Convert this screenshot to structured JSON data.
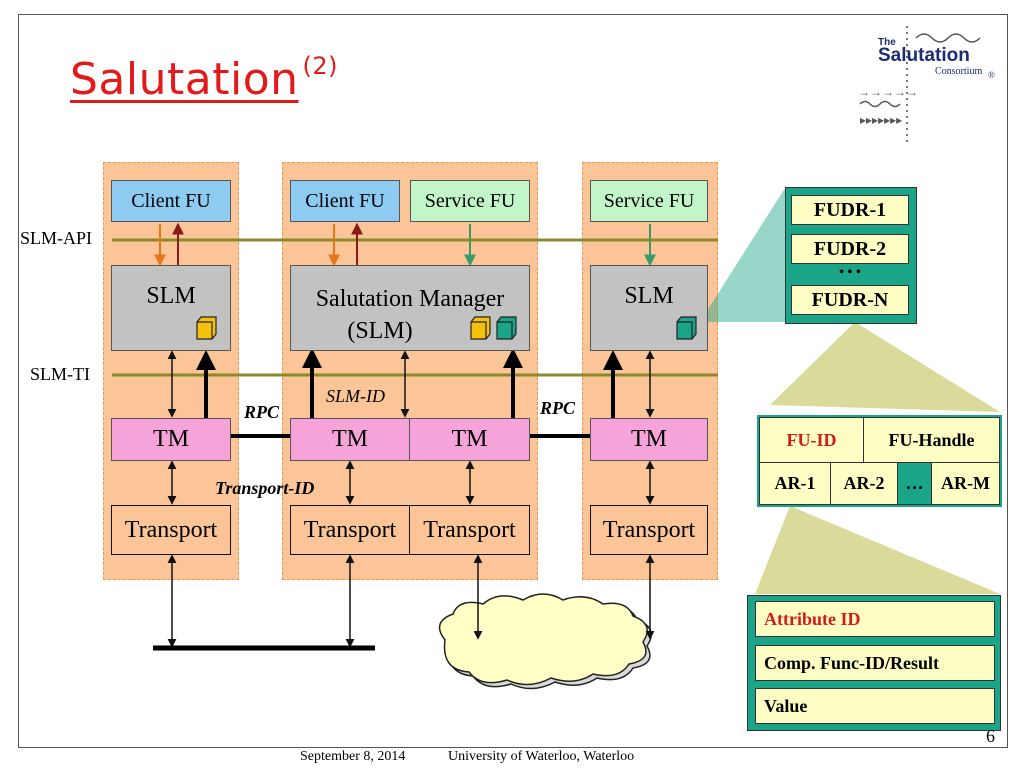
{
  "slide": {
    "title": "Salutation",
    "title_superscript": "(2)",
    "page_number": "6",
    "footer_date": "September 8, 2014",
    "footer_org": "University of Waterloo, Waterloo"
  },
  "logo": {
    "the": "The",
    "name": "Salutation",
    "sub": "Consortium",
    "reg": "®"
  },
  "diagram": {
    "left_labels": {
      "api": "SLM-API",
      "ti": "SLM-TI"
    },
    "col1": {
      "fu": "Client FU",
      "slm": "SLM",
      "tm": "TM",
      "transport": "Transport"
    },
    "col2": {
      "fu_client": "Client FU",
      "fu_service": "Service FU",
      "slm_line1": "Salutation Manager",
      "slm_line2": "(SLM)",
      "tm_left": "TM",
      "tm_right": "TM",
      "transport_left": "Transport",
      "transport_right": "Transport"
    },
    "col3": {
      "fu": "Service FU",
      "slm": "SLM",
      "tm": "TM",
      "transport": "Transport"
    },
    "annotations": {
      "rpc_left": "RPC",
      "rpc_right": "RPC",
      "slm_id": "SLM-ID",
      "transport_id": "Transport-ID"
    }
  },
  "fudr": {
    "items": [
      "FUDR-1",
      "FUDR-2",
      "FUDR-N"
    ],
    "ellipsis": "• • •"
  },
  "fu_record": {
    "fu_id": "FU-ID",
    "fu_handle": "FU-Handle",
    "ar1": "AR-1",
    "ar2": "AR-2",
    "dots": "…",
    "arm": "AR-M"
  },
  "attribute": {
    "rows": [
      "Attribute ID",
      "Comp. Func-ID/Result",
      "Value"
    ]
  },
  "colors": {
    "title": "#e21a1a",
    "teal": "#1aa589",
    "attr_highlight": "#d11a1a",
    "line": "#8a8a2a"
  }
}
